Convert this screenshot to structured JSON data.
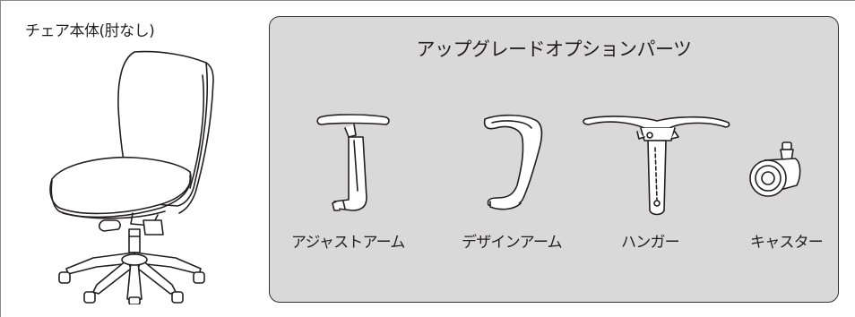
{
  "chair": {
    "label": "チェア本体(肘なし)",
    "icon": "office-chair-icon"
  },
  "upgrade": {
    "title": "アップグレードオプションパーツ",
    "background": "#d9d9d9",
    "parts": [
      {
        "label": "アジャストアーム",
        "icon": "adjustable-arm-icon"
      },
      {
        "label": "デザインアーム",
        "icon": "design-arm-icon"
      },
      {
        "label": "ハンガー",
        "icon": "hanger-icon"
      },
      {
        "label": "キャスター",
        "icon": "caster-icon"
      }
    ]
  }
}
